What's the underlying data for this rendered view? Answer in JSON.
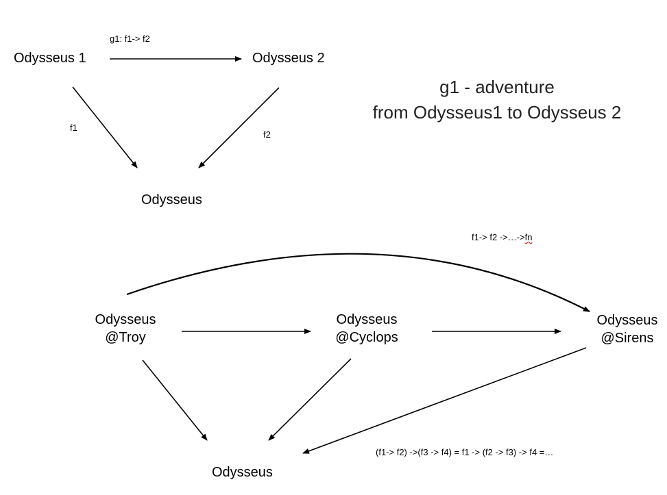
{
  "top": {
    "node_left": "Odysseus 1",
    "node_right": "Odysseus 2",
    "node_bottom": "Odysseus",
    "edge_top_label": "g1: f1-> f2",
    "edge_left_label": "f1",
    "edge_right_label": "f2"
  },
  "caption": {
    "line1": "g1 - adventure",
    "line2": "from Odysseus1 to Odysseus 2"
  },
  "bottom": {
    "curve_label_prefix": "f1-> f2 ->…->",
    "curve_label_suffix": "fn",
    "troy_line1": "Odysseus",
    "troy_line2": "@Troy",
    "cyclops_line1": "Odysseus",
    "cyclops_line2": "@Cyclops",
    "sirens_line1": "Odysseus",
    "sirens_line2": "@Sirens",
    "node_bottom": "Odysseus",
    "assoc_label": "(f1-> f2) ->(f3 -> f4) = f1 -> (f2 -> f3) -> f4 =…"
  }
}
